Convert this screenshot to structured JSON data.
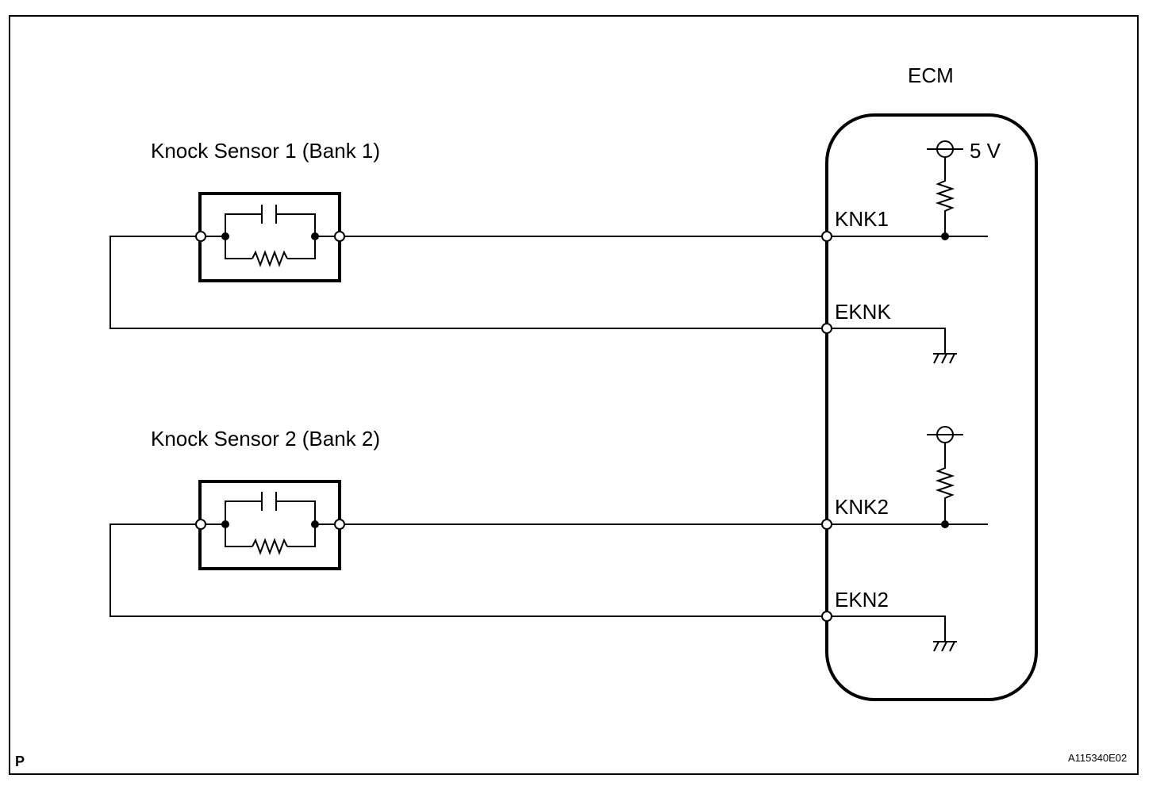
{
  "ecm": {
    "title": "ECM",
    "supply_label": "5 V",
    "pins": {
      "knk1": "KNK1",
      "eknk": "EKNK",
      "knk2": "KNK2",
      "ekn2": "EKN2"
    }
  },
  "sensors": [
    {
      "label": "Knock Sensor 1 (Bank 1)"
    },
    {
      "label": "Knock Sensor 2 (Bank 2)"
    }
  ],
  "footer": {
    "page_marker": "P",
    "figure_code": "A115340E02"
  }
}
